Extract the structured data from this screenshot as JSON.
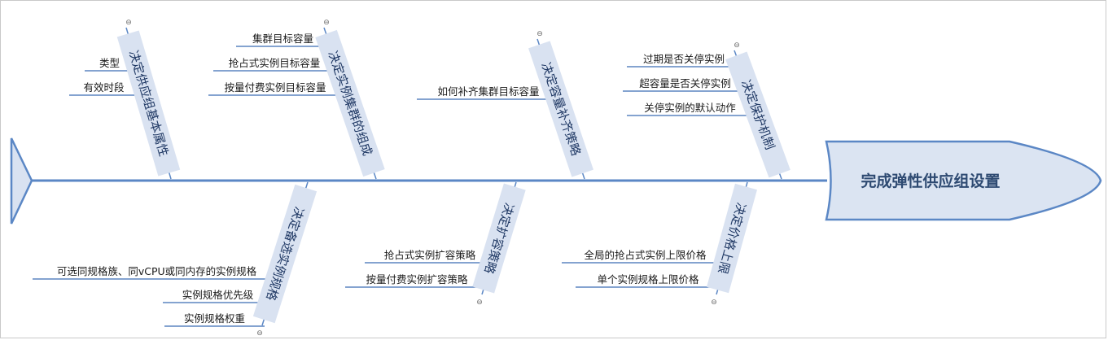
{
  "head": {
    "label": "完成弹性供应组设置"
  },
  "top_branches": [
    {
      "label": "决定供应组基本属性",
      "leaves": [
        "类型",
        "有效时段"
      ]
    },
    {
      "label": "决定实例集群的组成",
      "leaves": [
        "集群目标容量",
        "抢占式实例目标容量",
        "按量付费实例目标容量"
      ]
    },
    {
      "label": "决定容量补齐策略",
      "leaves": [
        "如何补齐集群目标容量"
      ]
    },
    {
      "label": "决定保护机制",
      "leaves": [
        "过期是否关停实例",
        "超容量是否关停实例",
        "关停实例的默认动作"
      ]
    }
  ],
  "bottom_branches": [
    {
      "label": "决定备选实例规格",
      "leaves": [
        "可选同规格族、同vCPU或同内存的实例规格",
        "实例规格优先级",
        "实例规格权重"
      ]
    },
    {
      "label": "决定扩容策略",
      "leaves": [
        "抢占式实例扩容策略",
        "按量付费实例扩容策略"
      ]
    },
    {
      "label": "决定价格上限",
      "leaves": [
        "全局的抢占式实例上限价格",
        "单个实例规格上限价格"
      ]
    }
  ],
  "collapse_glyph": "⊖",
  "colors": {
    "spine": "#5b87c5",
    "branch_fill": "#d9e2f1",
    "head_fill": "#dbe4f2",
    "leaf_line": "#3b6cb5"
  }
}
